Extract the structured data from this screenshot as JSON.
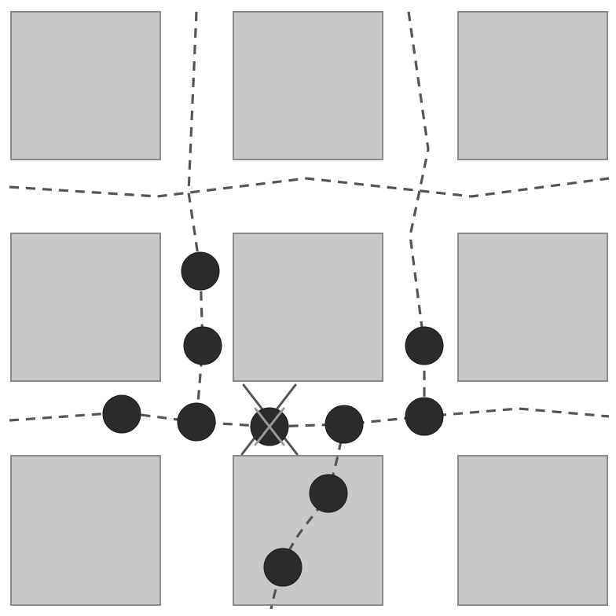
{
  "colors": {
    "background": "#ffffff",
    "block_fill": "#c8c8c8",
    "block_stroke": "#8a8a8a",
    "path_stroke": "#555555",
    "node_fill": "#2b2b2b"
  },
  "block_count": 9,
  "path_count": 4,
  "node_count": 10,
  "blocked_node_count": 1,
  "line_style": "dashed",
  "blocked_marker": "cross"
}
